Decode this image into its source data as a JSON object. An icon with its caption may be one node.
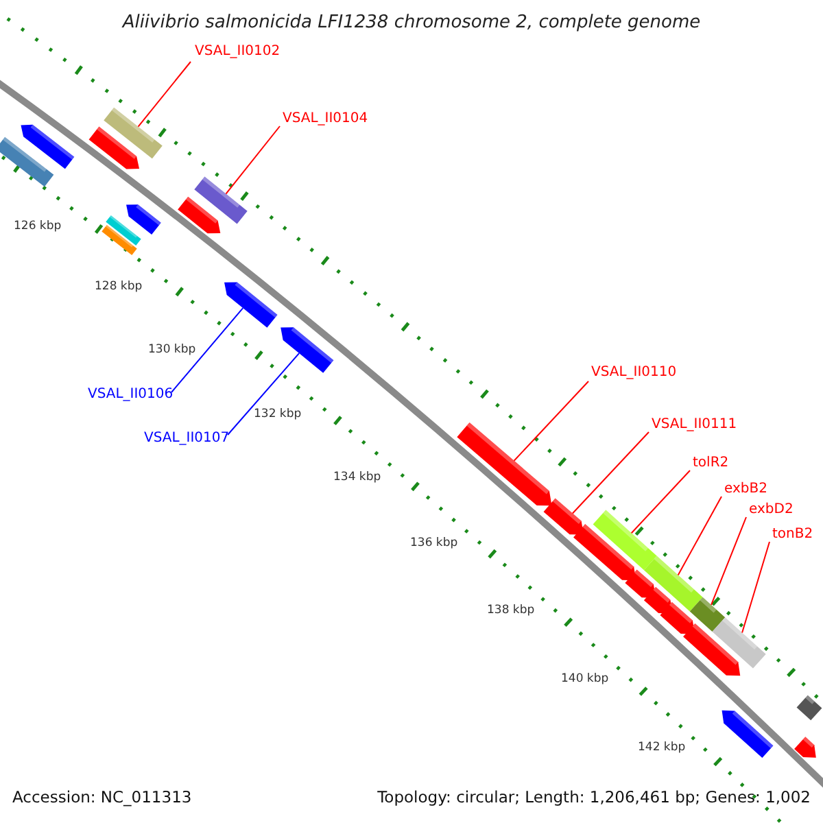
{
  "diagram": {
    "title": "Aliivibrio salmonicida LFI1238 chromosome 2, complete genome",
    "nodes": [
      {
        "text": [
          "VSAL_II0102"
        ]
      },
      {
        "text": [],
        "shape": "bar"
      },
      {
        "text": [
          "VSAL_II0104"
        ]
      },
      {
        "text": [],
        "shape": "bar"
      },
      {
        "text": [
          "VSAL_II0106"
        ]
      },
      {
        "text": [],
        "shape": "bar"
      },
      {
        "text": [
          "VSAL_II0107"
        ]
      },
      {
        "text": [],
        "shape": "bar"
      },
      {
        "text": [
          "VSAL_II0110"
        ]
      },
      {
        "text": [],
        "shape": "bar"
      },
      {
        "text": [
          "VSAL_II0111"
        ]
      },
      {
        "text": [],
        "shape": "bar"
      },
      {
        "text": [
          "tolR2"
        ]
      },
      {
        "text": [],
        "shape": "bar"
      },
      {
        "text": [
          "exbB2"
        ]
      },
      {
        "text": [],
        "shape": "bar"
      },
      {
        "text": [
          "exbD2"
        ]
      },
      {
        "text": [],
        "shape": "bar"
      },
      {
        "text": [
          "tonB2"
        ]
      },
      {
        "text": [],
        "shape": "bar"
      },
      {
        "text": [],
        "shape": "bar"
      },
      {
        "text": [],
        "shape": "bar"
      },
      {
        "text": [],
        "shape": "bar"
      },
      {
        "text": [],
        "shape": "bar"
      },
      {
        "text": [],
        "shape": "bar"
      },
      {
        "text": [],
        "shape": "bar"
      },
      {
        "text": [],
        "shape": "bar"
      },
      {
        "text": [],
        "shape": "bar"
      },
      {
        "text": [],
        "shape": "bar"
      },
      {
        "text": [],
        "shape": "bar"
      },
      {
        "text": [],
        "shape": "bar"
      },
      {
        "text": [],
        "shape": "bar"
      },
      {
        "text": [],
        "shape": "bar"
      },
      {
        "text": [],
        "shape": "bar"
      },
      {
        "text": [],
        "shape": "bar"
      }
    ],
    "edges": [
      {
        "from": 0,
        "to": 1,
        "arrow": "none"
      },
      {
        "from": 2,
        "to": 3,
        "arrow": "none"
      },
      {
        "from": 4,
        "to": 5,
        "arrow": "none",
        "color": "#0000ff"
      },
      {
        "from": 6,
        "to": 7,
        "arrow": "none",
        "color": "#0000ff"
      },
      {
        "from": 8,
        "to": 9,
        "arrow": "none"
      },
      {
        "from": 10,
        "to": 11,
        "arrow": "none"
      },
      {
        "from": 12,
        "to": 13,
        "arrow": "none"
      },
      {
        "from": 14,
        "to": 15,
        "arrow": "none"
      },
      {
        "from": 16,
        "to": 17,
        "arrow": "none"
      },
      {
        "from": 18,
        "to": 19,
        "arrow": "none"
      }
    ],
    "labels": [
      "126 kbp",
      "128 kbp",
      "130 kbp",
      "132 kbp",
      "134 kbp",
      "136 kbp",
      "138 kbp",
      "140 kbp",
      "142 kbp",
      "Accession: NC_011313",
      "Topology: circular; Length: 1,206,461 bp; Genes: 1,002"
    ]
  }
}
